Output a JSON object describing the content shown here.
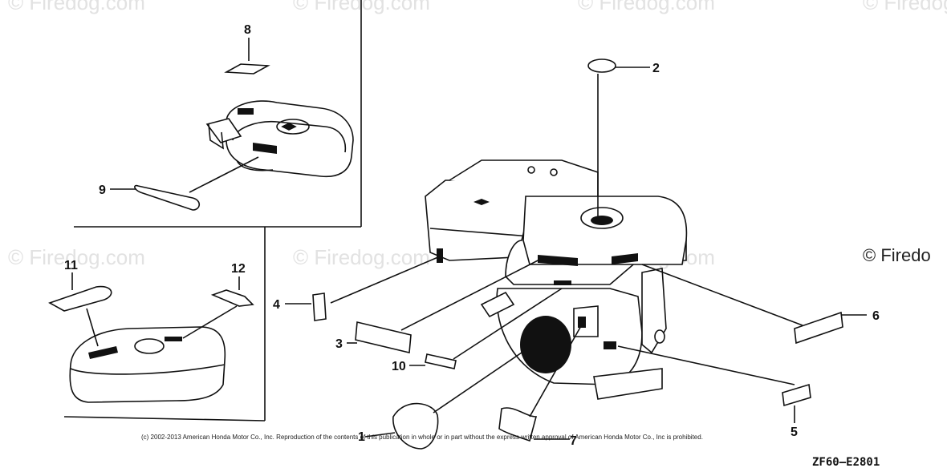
{
  "watermark": "© Firedog.com",
  "copyright_mark": "© Firedo",
  "footer": "(c) 2002-2013 American Honda Motor Co., Inc. Reproduction of the contents of this publication in whole or in part without the express written approval of American Honda Motor Co., Inc is prohibited.",
  "diagram_code": "ZF60—E2801",
  "callouts": [
    "1",
    "2",
    "3",
    "4",
    "5",
    "6",
    "7",
    "8",
    "9",
    "10",
    "11",
    "12"
  ]
}
